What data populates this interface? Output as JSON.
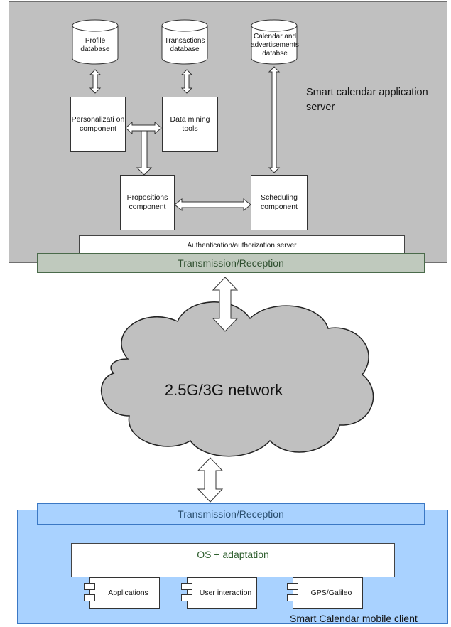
{
  "server": {
    "label": "Smart calendar application server",
    "profile_db": "Profile database",
    "transactions_db": "Transactions database",
    "calendar_db": "Calendar and advertisements databse",
    "personalization": "Personalizati on component",
    "data_mining": "Data mining tools",
    "propositions": "Propositions component",
    "scheduling": "Scheduling component",
    "auth": "Authentication/authorization server",
    "transmission": "Transmission/Reception"
  },
  "network": {
    "label": "2.5G/3G network"
  },
  "client": {
    "transmission": "Transmission/Reception",
    "os": "OS + adaptation",
    "applications": "Applications",
    "user_interaction": "User interaction",
    "gps": "GPS/Galileo",
    "label": "Smart Calendar mobile client"
  },
  "colors": {
    "server_bg": "#c0c0c0",
    "client_bg": "#a9d2ff",
    "cloud_bg": "#c0c0c0"
  }
}
